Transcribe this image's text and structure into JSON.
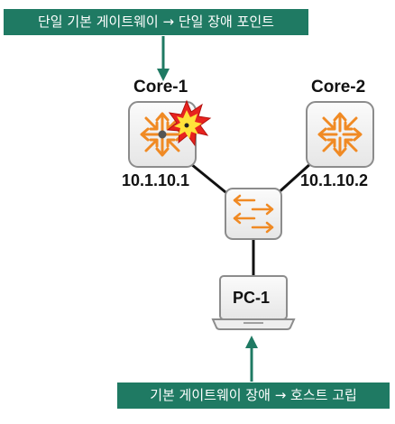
{
  "banners": {
    "top": "단일 기본 게이트웨이 → 단일 장애 포인트",
    "bottom": "기본 게이트웨이 장애 → 호스트 고립"
  },
  "nodes": {
    "core1": {
      "name": "Core-1",
      "ip": "10.1.10.1",
      "status": "failed"
    },
    "core2": {
      "name": "Core-2",
      "ip": "10.1.10.2"
    },
    "switch": {
      "icon": "layer2-switch-icon"
    },
    "pc": {
      "name": "PC-1",
      "icon": "laptop-icon"
    }
  },
  "colors": {
    "banner_bg": "#1f7a63",
    "arrow": "#1f7a63",
    "icon_orange": "#f08a24",
    "device_border": "#8c8c8c",
    "link": "#111111"
  }
}
